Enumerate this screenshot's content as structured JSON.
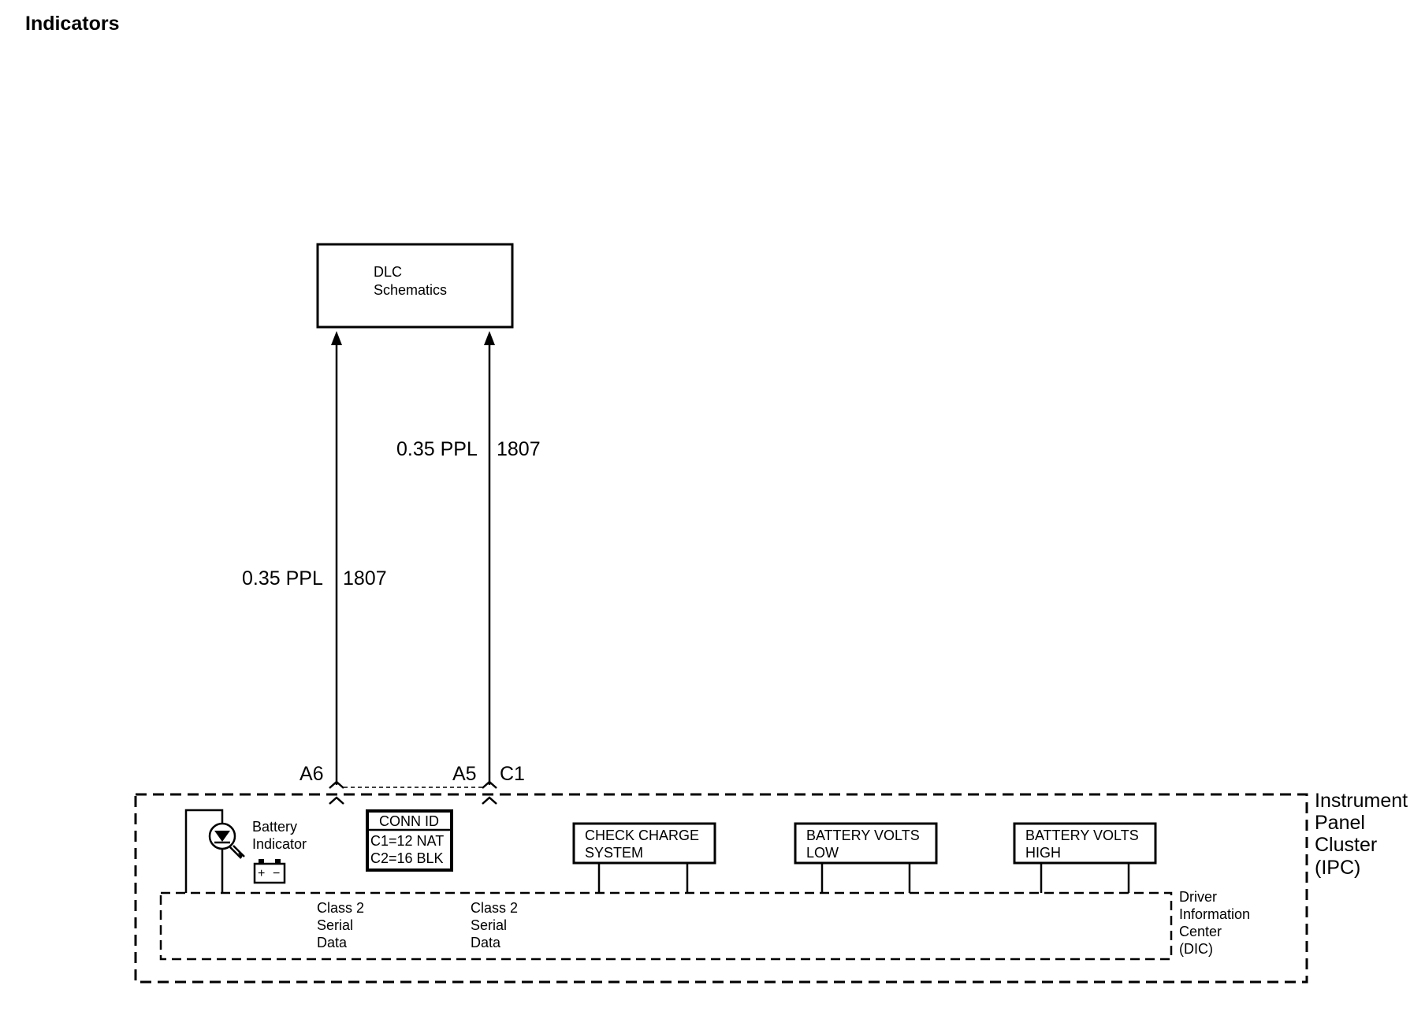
{
  "title": "Indicators",
  "dlc_box": {
    "line1": "DLC",
    "line2": "Schematics"
  },
  "wires": {
    "left_upper": {
      "size_color": "0.35 PPL",
      "circuit": "1807"
    },
    "left_lower": {
      "size_color": "0.35 PPL",
      "circuit": "1807"
    }
  },
  "pins": {
    "a6": "A6",
    "a5": "A5",
    "c1": "C1"
  },
  "ipc_label": [
    "Instrument",
    "Panel",
    "Cluster",
    "(IPC)"
  ],
  "dic_label": [
    "Driver",
    "Information",
    "Center",
    "(DIC)"
  ],
  "battery_indicator": [
    "Battery",
    "Indicator"
  ],
  "battery_symbol": {
    "plus": "+",
    "minus": "−"
  },
  "conn_id": {
    "header": "CONN ID",
    "c1": "C1=12 NAT",
    "c2": "C2=16 BLK"
  },
  "serial_left": [
    "Class 2",
    "Serial",
    "Data"
  ],
  "serial_right": [
    "Class 2",
    "Serial",
    "Data"
  ],
  "messages": [
    {
      "line1": "CHECK CHARGE",
      "line2": "SYSTEM"
    },
    {
      "line1": "BATTERY VOLTS",
      "line2": "LOW"
    },
    {
      "line1": "BATTERY VOLTS",
      "line2": "HIGH"
    }
  ],
  "icons": [
    "lamp-icon",
    "battery-icon",
    "arrow-up-icon",
    "connector-chevron-icon"
  ]
}
